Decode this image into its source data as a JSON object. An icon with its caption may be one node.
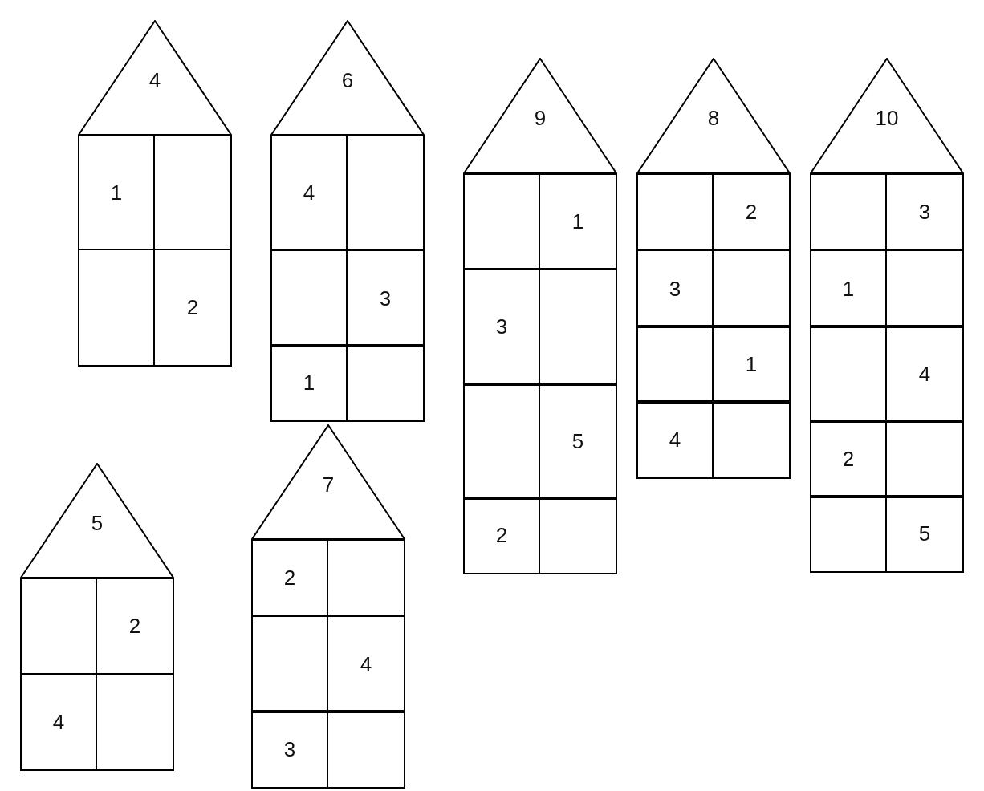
{
  "diagram": {
    "nodes": [
      {
        "text": [],
        "shape": "house"
      },
      {
        "text": [
          "4"
        ],
        "in": 0
      },
      {
        "text": [
          "1"
        ],
        "in": 0
      },
      {
        "text": [],
        "shape": "box",
        "in": 0
      },
      {
        "text": [],
        "shape": "box",
        "in": 0
      },
      {
        "text": [
          "2"
        ],
        "in": 0
      },
      {
        "text": [],
        "shape": "house"
      },
      {
        "text": [
          "6"
        ],
        "in": 6
      },
      {
        "text": [
          "4"
        ],
        "in": 6
      },
      {
        "text": [],
        "shape": "box",
        "in": 6
      },
      {
        "text": [],
        "shape": "box",
        "in": 6
      },
      {
        "text": [
          "3"
        ],
        "in": 6
      },
      {
        "text": [
          "1"
        ],
        "in": 6
      },
      {
        "text": [],
        "shape": "box",
        "in": 6
      },
      {
        "text": [],
        "shape": "house"
      },
      {
        "text": [
          "9"
        ],
        "in": 14
      },
      {
        "text": [],
        "shape": "box",
        "in": 14
      },
      {
        "text": [
          "1"
        ],
        "in": 14
      },
      {
        "text": [
          "3"
        ],
        "in": 14
      },
      {
        "text": [],
        "shape": "box",
        "in": 14
      },
      {
        "text": [],
        "shape": "box",
        "in": 14
      },
      {
        "text": [
          "5"
        ],
        "in": 14
      },
      {
        "text": [
          "2"
        ],
        "in": 14
      },
      {
        "text": [],
        "shape": "box",
        "in": 14
      },
      {
        "text": [],
        "shape": "house"
      },
      {
        "text": [
          "8"
        ],
        "in": 24
      },
      {
        "text": [],
        "shape": "box",
        "in": 24
      },
      {
        "text": [
          "2"
        ],
        "in": 24
      },
      {
        "text": [
          "3"
        ],
        "in": 24
      },
      {
        "text": [],
        "shape": "box",
        "in": 24
      },
      {
        "text": [],
        "shape": "box",
        "in": 24
      },
      {
        "text": [
          "1"
        ],
        "in": 24
      },
      {
        "text": [
          "4"
        ],
        "in": 24
      },
      {
        "text": [],
        "shape": "box",
        "in": 24
      },
      {
        "text": [],
        "shape": "house"
      },
      {
        "text": [
          "10"
        ],
        "in": 34
      },
      {
        "text": [],
        "shape": "box",
        "in": 34
      },
      {
        "text": [
          "3"
        ],
        "in": 34
      },
      {
        "text": [
          "1"
        ],
        "in": 34
      },
      {
        "text": [],
        "shape": "box",
        "in": 34
      },
      {
        "text": [],
        "shape": "box",
        "in": 34
      },
      {
        "text": [
          "4"
        ],
        "in": 34
      },
      {
        "text": [
          "2"
        ],
        "in": 34
      },
      {
        "text": [],
        "shape": "box",
        "in": 34
      },
      {
        "text": [],
        "shape": "box",
        "in": 34
      },
      {
        "text": [
          "5"
        ],
        "in": 34
      },
      {
        "text": [],
        "shape": "house"
      },
      {
        "text": [
          "5"
        ],
        "in": 46
      },
      {
        "text": [],
        "shape": "box",
        "in": 46
      },
      {
        "text": [
          "2"
        ],
        "in": 46
      },
      {
        "text": [
          "4"
        ],
        "in": 46
      },
      {
        "text": [],
        "shape": "box",
        "in": 46
      },
      {
        "text": [],
        "shape": "house"
      },
      {
        "text": [
          "7"
        ],
        "in": 52
      },
      {
        "text": [
          "2"
        ],
        "in": 52
      },
      {
        "text": [],
        "shape": "box",
        "in": 52
      },
      {
        "text": [],
        "shape": "box",
        "in": 52
      },
      {
        "text": [
          "4"
        ],
        "in": 52
      },
      {
        "text": [
          "3"
        ],
        "in": 52
      },
      {
        "text": [],
        "shape": "box",
        "in": 52
      }
    ]
  }
}
